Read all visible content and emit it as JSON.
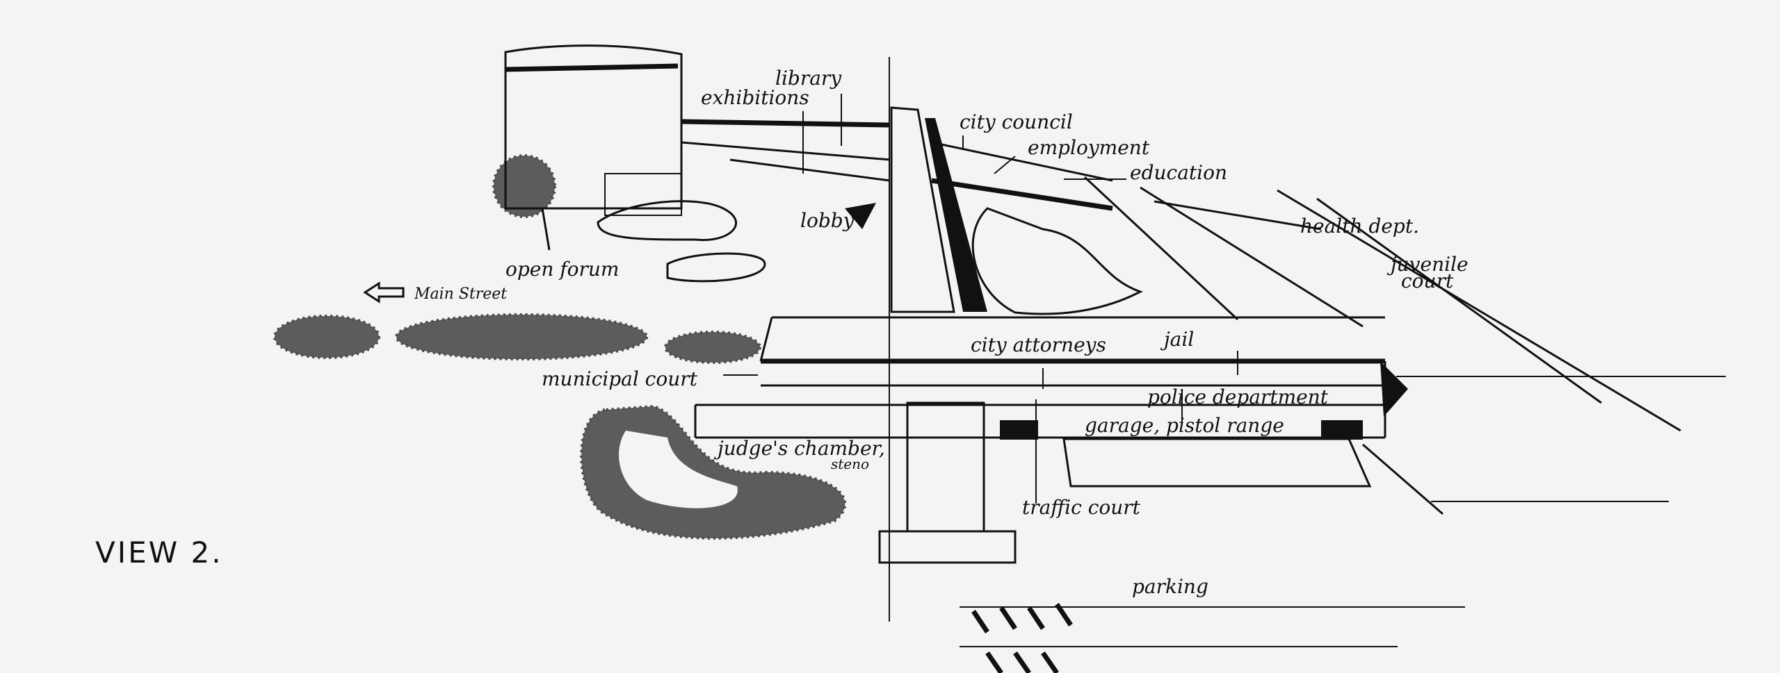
{
  "title": "VIEW 2.",
  "labels": {
    "library": "library",
    "exhibitions": "exhibitions",
    "city_council": "city council",
    "employment": "employment",
    "education": "education",
    "lobby": "lobby",
    "health_dept": "health dept.",
    "juvenile": "juvenile",
    "court": "court",
    "open_forum": "open forum",
    "main_street": "Main Street",
    "city_attorneys": "city attorneys",
    "jail": "jail",
    "municipal_court": "municipal court",
    "police_department": "police department",
    "garage_pistol_range": "garage, pistol range",
    "judges_chamber": "judge's chamber,",
    "steno": "steno",
    "traffic_court": "traffic court",
    "parking": "parking"
  }
}
